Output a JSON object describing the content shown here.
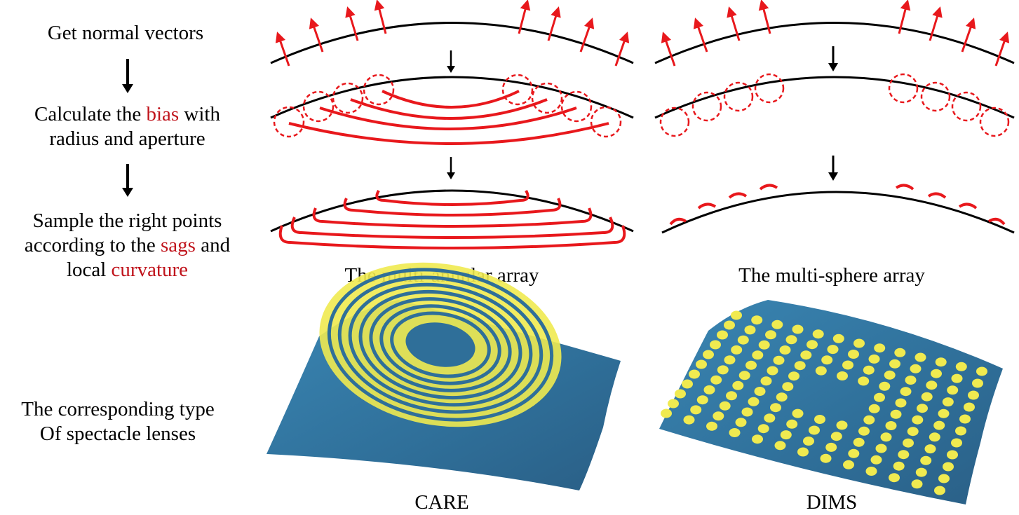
{
  "steps": {
    "step1": "Get normal vectors",
    "step2": {
      "pre": "Calculate the ",
      "highlight": "bias",
      "post": " with",
      "line2": "radius and aperture"
    },
    "step3": {
      "line1": "Sample the right points",
      "line2_pre": "according to the ",
      "line2_highlight": "sags",
      "line2_post": " and",
      "line3_pre": "local ",
      "line3_highlight": "curvature"
    },
    "step4": {
      "line1": "The corresponding type",
      "line2": "Of spectacle lenses"
    }
  },
  "columns": {
    "left_caption": "The multi-annular array",
    "right_caption": "The multi-sphere array"
  },
  "lenses": {
    "left_name": "CARE",
    "right_name": "DIMS"
  },
  "colors": {
    "accent_red": "#e8181c",
    "text_red": "#c0141c",
    "lens_blue": "#2f6f99",
    "ring_yellow": "#f0ea50"
  }
}
